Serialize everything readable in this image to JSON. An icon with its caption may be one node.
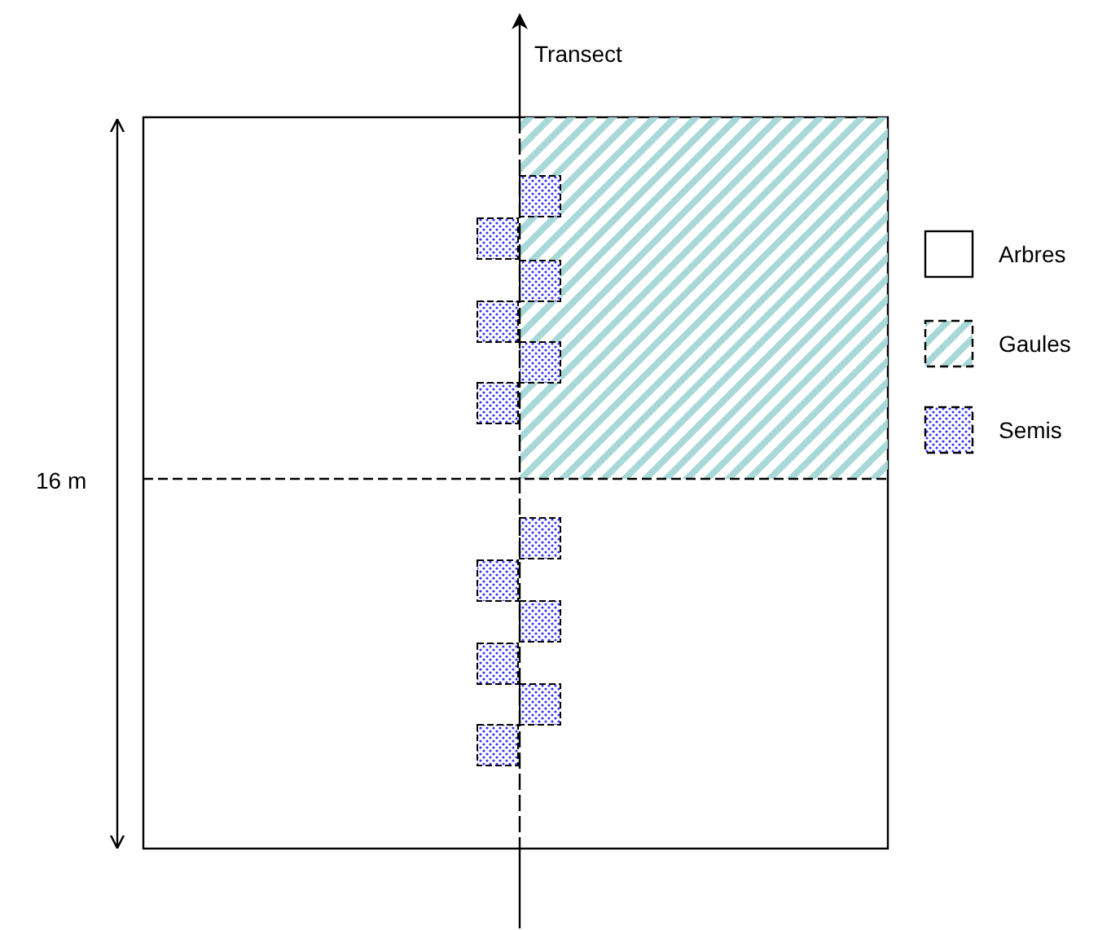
{
  "diagram": {
    "labels": [
      "Transect",
      "16 m"
    ],
    "legend": [
      {
        "text": "Arbres",
        "color": "#ffffff"
      },
      {
        "text": "Gaules"
      },
      {
        "text": "Semis"
      }
    ]
  }
}
